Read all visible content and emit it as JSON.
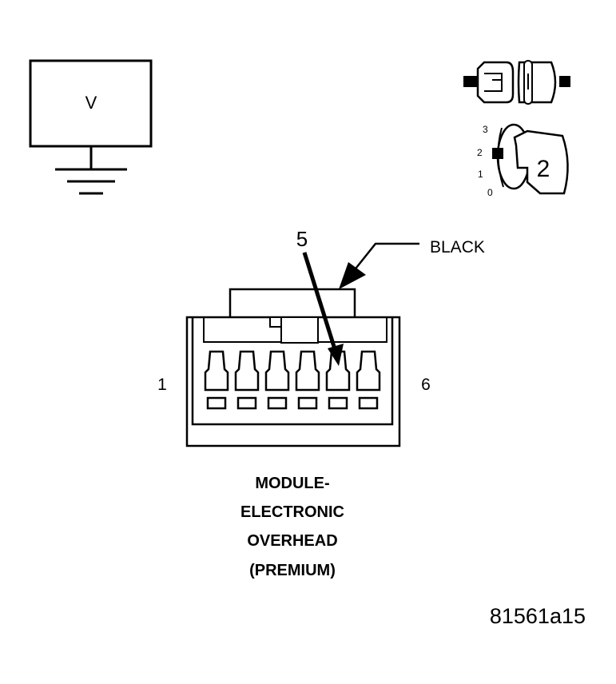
{
  "voltmeter": {
    "symbol": "V"
  },
  "ignition_key": {
    "positions": [
      "3",
      "2",
      "1",
      "0"
    ],
    "selected_position": "2"
  },
  "connector": {
    "pin_callout": "5",
    "wire_color": "BLACK",
    "first_pin_label": "1",
    "last_pin_label": "6",
    "pin_count": 6,
    "highlighted_pin": 5
  },
  "caption": {
    "lines": [
      "MODULE-",
      "ELECTRONIC",
      "OVERHEAD",
      "(PREMIUM)"
    ]
  },
  "figure_id": "81561a15"
}
